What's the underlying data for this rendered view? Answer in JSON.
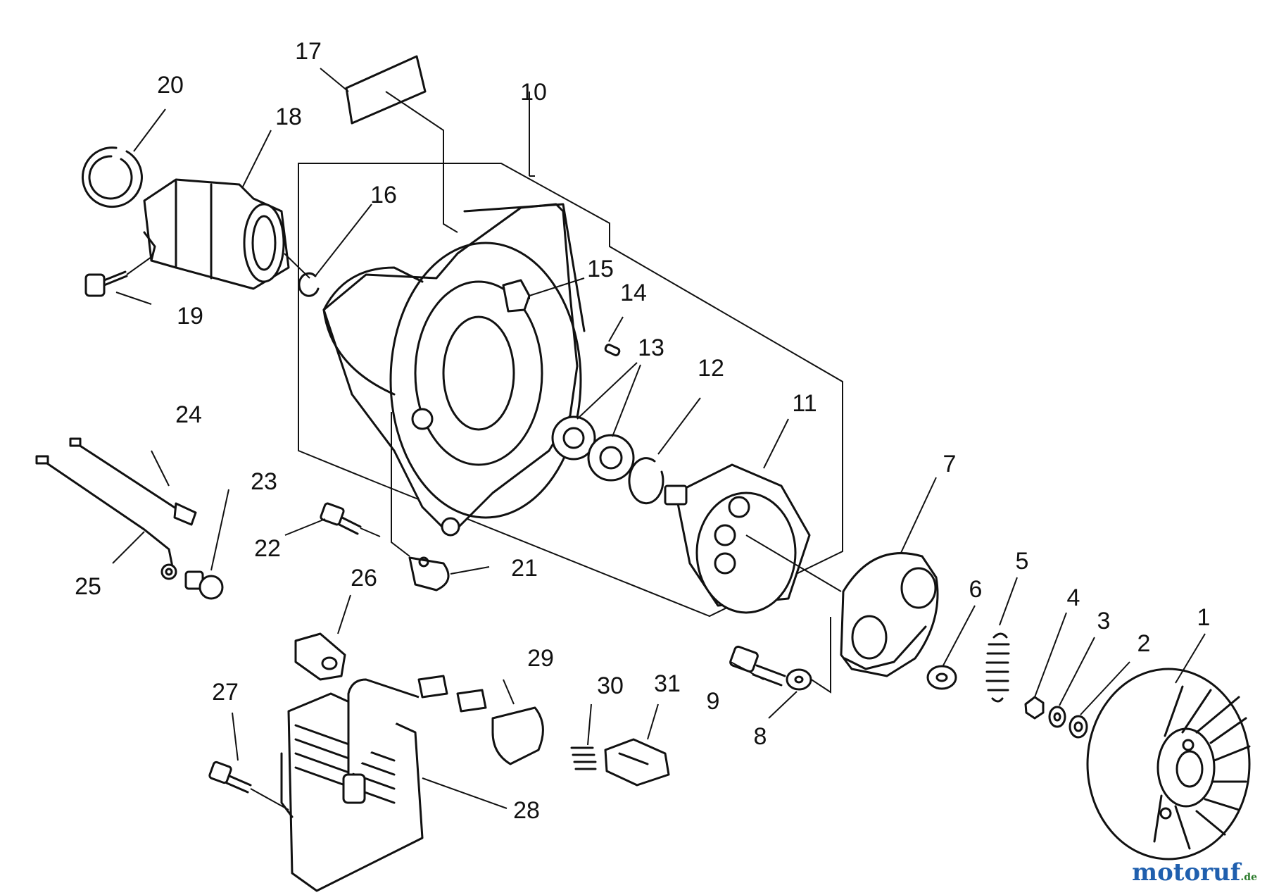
{
  "diagram": {
    "callouts": [
      "1",
      "2",
      "3",
      "4",
      "5",
      "6",
      "7",
      "8",
      "9",
      "10",
      "11",
      "12",
      "13",
      "14",
      "15",
      "16",
      "17",
      "18",
      "19",
      "20",
      "21",
      "22",
      "23",
      "24",
      "25",
      "26",
      "27",
      "28",
      "29",
      "30",
      "31"
    ]
  },
  "watermark": {
    "main": "motoruf",
    "tld": ".de"
  }
}
